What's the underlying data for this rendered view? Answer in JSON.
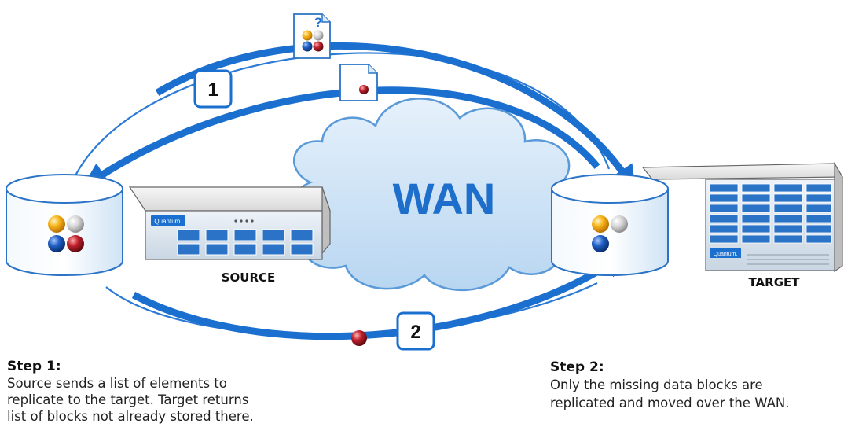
{
  "wan": {
    "label": "WAN"
  },
  "source": {
    "label": "SOURCE",
    "brand": "Quantum."
  },
  "target": {
    "label": "TARGET",
    "brand": "Quantum."
  },
  "step_badges": {
    "one": "1",
    "two": "2"
  },
  "query_doc": {
    "symbol": "?"
  },
  "steps": {
    "step1": {
      "heading": "Step 1:",
      "lines": [
        "Source sends a list of elements to",
        "replicate to the target. Target returns",
        "list of blocks not already stored there."
      ]
    },
    "step2": {
      "heading": "Step 2:",
      "lines": [
        "Only the missing data blocks are",
        "replicated and moved over the WAN."
      ]
    }
  },
  "colors": {
    "arrow_blue": "#1a6fcf",
    "wan_text": "#1e6fcc",
    "cloud_fill": "#cfe4f7",
    "disk_fill": "#e3f0fa",
    "disk_stroke": "#2a73c6",
    "ball_orange": "#f0a400",
    "ball_gray": "#c8c8c8",
    "ball_blue": "#1552b0",
    "ball_red": "#b01c28"
  },
  "icons": [
    "cloud-icon",
    "disk-icon",
    "server-icon",
    "document-icon",
    "data-block-ball-icon",
    "arrow-icon"
  ]
}
